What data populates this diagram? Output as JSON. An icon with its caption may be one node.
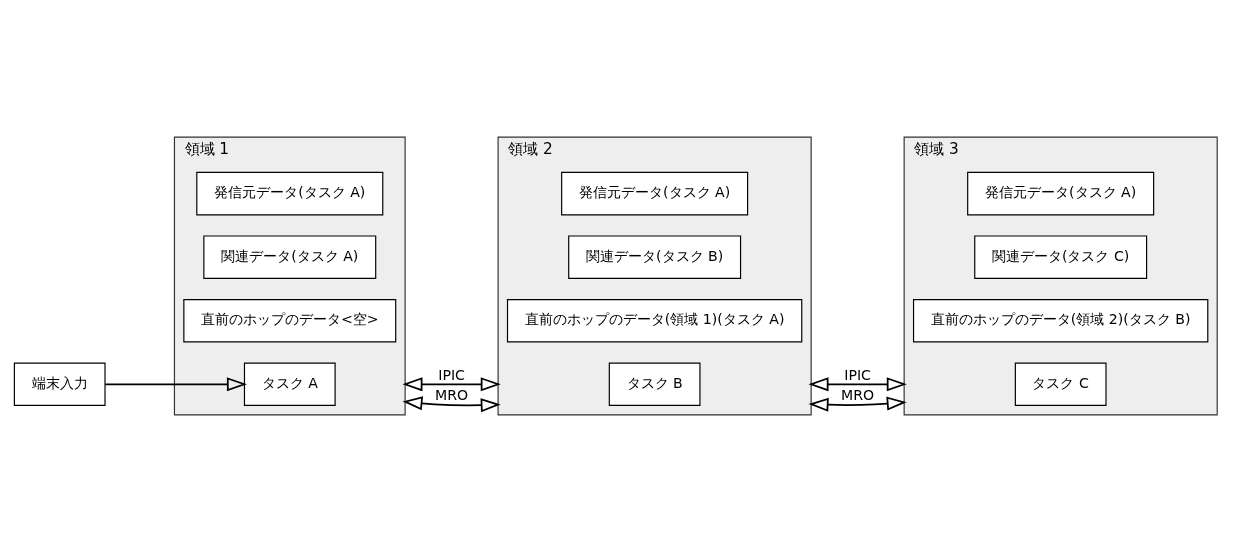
{
  "diagram": {
    "nodes": [
      {
        "text": [
          "領域 1"
        ]
      },
      {
        "text": [
          "発信元データ(タスク A)"
        ],
        "in": 0
      },
      {
        "text": [
          "関連データ(タスク A)"
        ],
        "in": 0
      },
      {
        "text": [
          "直前のホップのデータ<空>"
        ],
        "in": 0
      },
      {
        "text": [
          "タスク A"
        ],
        "in": 0
      },
      {
        "text": [
          "端末入力"
        ]
      },
      {
        "text": [
          "領域 2"
        ]
      },
      {
        "text": [
          "発信元データ(タスク A)"
        ],
        "in": 6
      },
      {
        "text": [
          "関連データ(タスク B)"
        ],
        "in": 6
      },
      {
        "text": [
          "直前のホップのデータ(領域 1)(タスク A)"
        ],
        "in": 6
      },
      {
        "text": [
          "タスク B"
        ],
        "in": 6
      },
      {
        "text": [
          "領域 3"
        ]
      },
      {
        "text": [
          "発信元データ(タスク A)"
        ],
        "in": 11
      },
      {
        "text": [
          "関連データ(タスク C)"
        ],
        "in": 11
      },
      {
        "text": [
          "直前のホップのデータ(領域 2)(タスク B)"
        ],
        "in": 11
      },
      {
        "text": [
          "タスク C"
        ],
        "in": 11
      }
    ],
    "edges": [
      {
        "from": 5,
        "to": 4,
        "arrow": "to"
      },
      {
        "from": 0,
        "to": 6,
        "arrow": "both",
        "label": "IPIC"
      },
      {
        "from": 0,
        "to": 6,
        "arrow": "both",
        "label": "MRO"
      },
      {
        "from": 6,
        "to": 11,
        "arrow": "both",
        "label": "IPIC"
      },
      {
        "from": 6,
        "to": 11,
        "arrow": "both",
        "label": "MRO"
      }
    ]
  }
}
